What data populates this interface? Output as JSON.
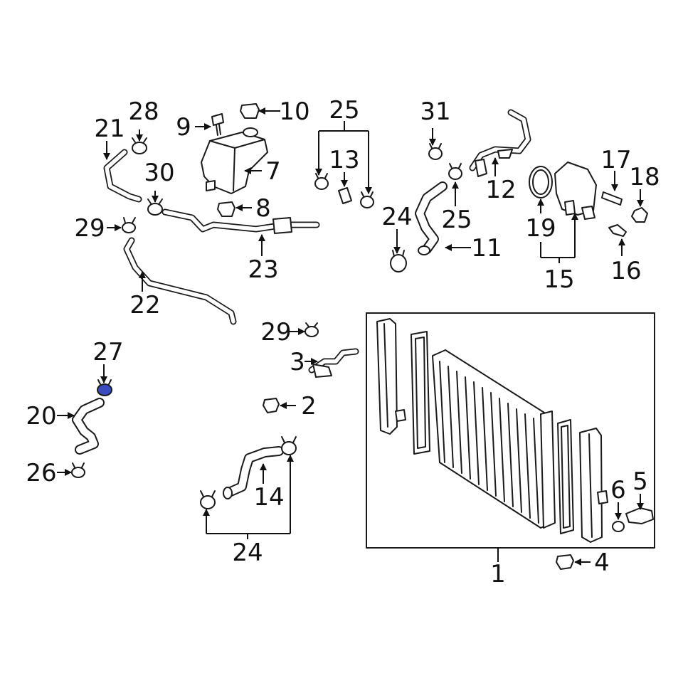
{
  "colors": {
    "line": "#1a1a1a",
    "highlight": "#3a4bbf",
    "background": "#ffffff"
  },
  "callouts": {
    "c1": "1",
    "c2": "2",
    "c3": "3",
    "c4": "4",
    "c5": "5",
    "c6": "6",
    "c7": "7",
    "c8": "8",
    "c9": "9",
    "c10": "10",
    "c11": "11",
    "c12": "12",
    "c13": "13",
    "c14": "14",
    "c15": "15",
    "c16": "16",
    "c17": "17",
    "c18": "18",
    "c19": "19",
    "c20": "20",
    "c21": "21",
    "c22": "22",
    "c23": "23",
    "c24a": "24",
    "c24b": "24",
    "c25a": "25",
    "c25b": "25",
    "c26": "26",
    "c27": "27",
    "c28": "28",
    "c29a": "29",
    "c29b": "29",
    "c30": "30",
    "c31": "31"
  }
}
